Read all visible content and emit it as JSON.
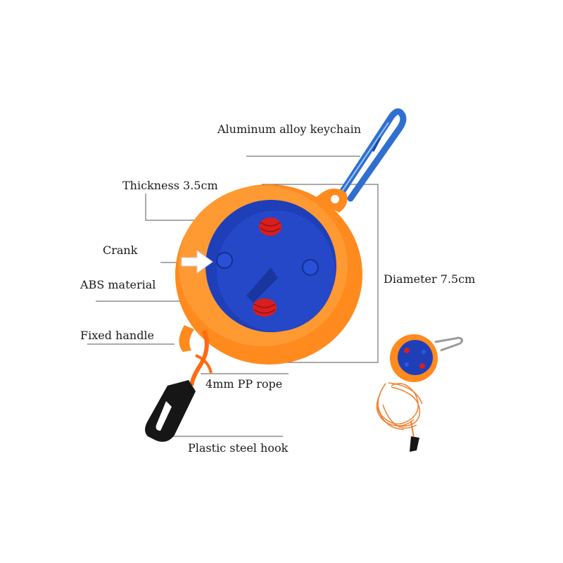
{
  "labels": {
    "keychain": "Aluminum alloy keychain",
    "thickness": "Thickness 3.5cm",
    "crank": "Crank",
    "abs": "ABS material",
    "diameter": "Diameter 7.5cm",
    "handle": "Fixed handle",
    "rope": "4mm PP rope",
    "hook": "Plastic steel hook"
  },
  "colors": {
    "orange": "#ff8a1e",
    "blue": "#1e3fb8",
    "red_rope": "#d81e1e",
    "carabiner": "#2f6fd0",
    "hook": "#161616",
    "leader_line": "#555555"
  }
}
